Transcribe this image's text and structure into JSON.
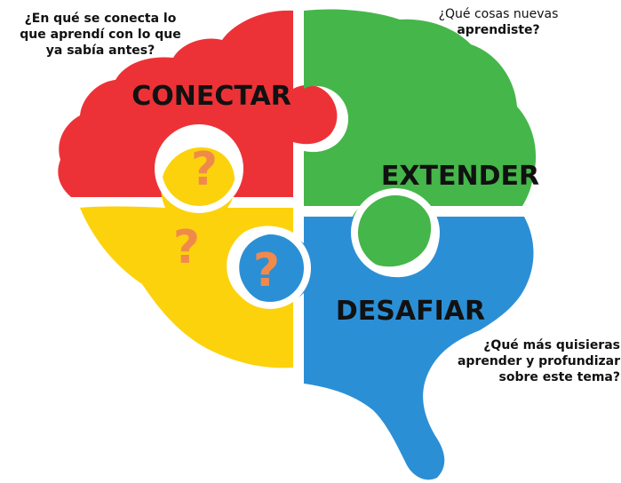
{
  "pieces": {
    "conectar": {
      "label": "CONECTAR",
      "question_lines": [
        "¿En qué se conecta lo",
        "que aprendí con lo que",
        "ya sabía antes?"
      ],
      "color": "#ed3237"
    },
    "extender": {
      "label": "EXTENDER",
      "question_lines": [
        "¿Qué cosas nuevas",
        "aprendiste?"
      ],
      "color": "#45b649"
    },
    "desafiar": {
      "label": "DESAFIAR",
      "question_lines": [
        "¿Qué más quisieras",
        "aprender y profundizar",
        "sobre este tema?"
      ],
      "color": "#2b8fd6"
    },
    "yellow": {
      "color": "#fcd20d"
    }
  },
  "question_mark": {
    "glyph": "?",
    "color": "#f08a4b"
  }
}
